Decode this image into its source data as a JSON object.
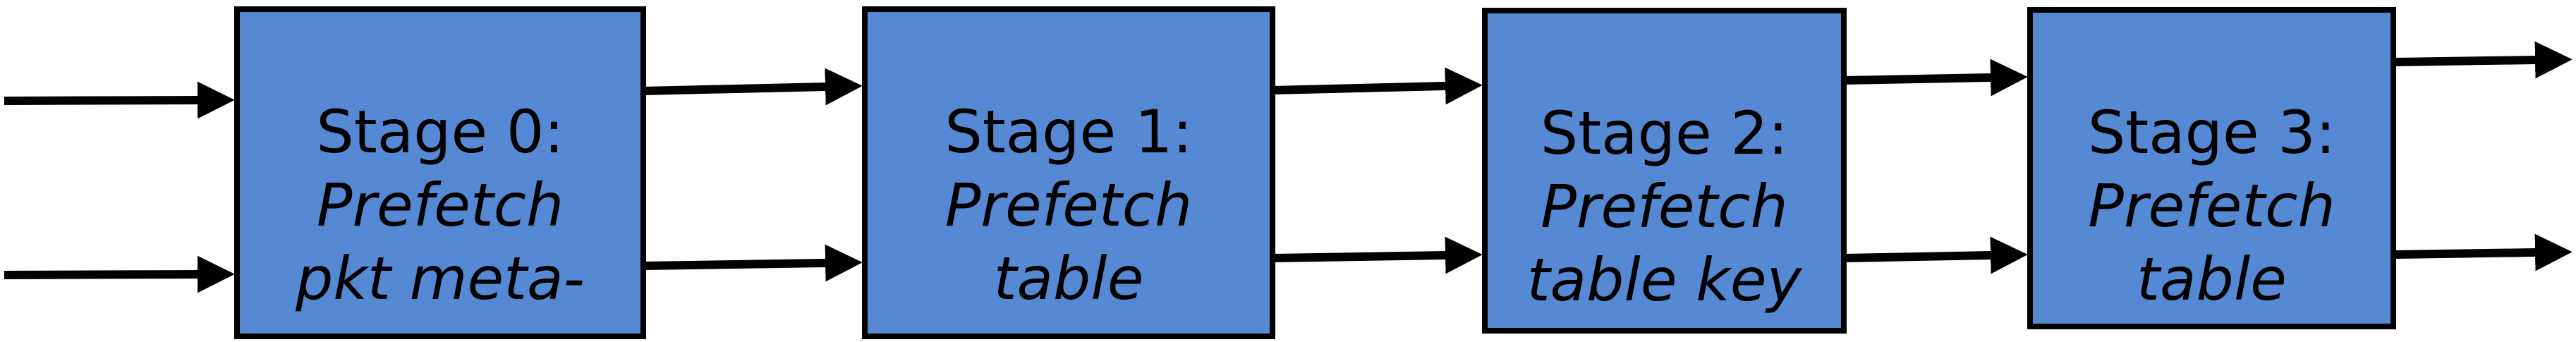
{
  "diagram": {
    "background": "#ffffff",
    "box_fill": "#5589D4",
    "box_border": "#000000",
    "arrow_color": "#000000",
    "text_color": "#000000",
    "stages": [
      {
        "title": "Stage 0:",
        "line2": "Prefetch",
        "line3": "pkt meta-"
      },
      {
        "title": "Stage 1:",
        "line2": "Prefetch",
        "line3": "table"
      },
      {
        "title": "Stage 2:",
        "line2": "Prefetch",
        "line3": "table key"
      },
      {
        "title": "Stage 3:",
        "line2": "Prefetch",
        "line3": "table"
      }
    ],
    "connections": [
      {
        "from": "input",
        "to": "Stage 0",
        "arrow_count": 2
      },
      {
        "from": "Stage 0",
        "to": "Stage 1",
        "arrow_count": 2
      },
      {
        "from": "Stage 1",
        "to": "Stage 2",
        "arrow_count": 2
      },
      {
        "from": "Stage 2",
        "to": "Stage 3",
        "arrow_count": 2
      },
      {
        "from": "Stage 3",
        "to": "output",
        "arrow_count": 2
      }
    ]
  }
}
